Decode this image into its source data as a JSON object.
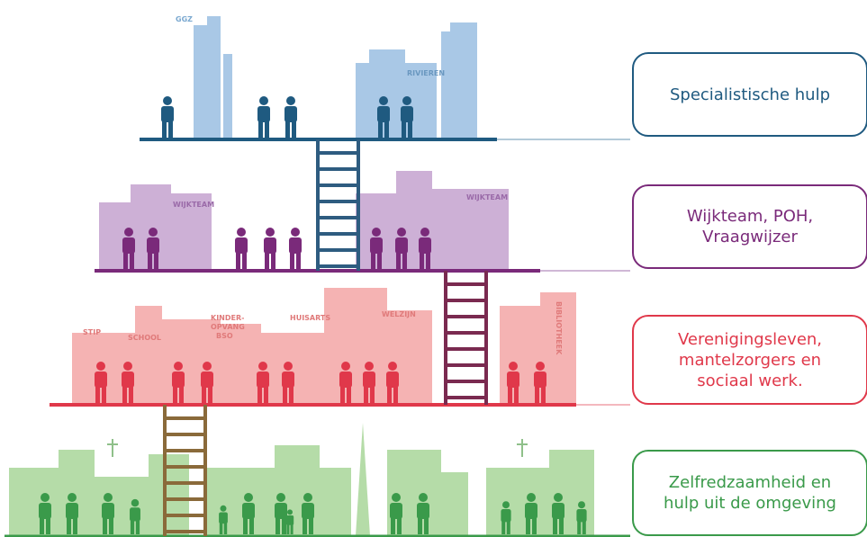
{
  "levels": [
    {
      "label_lines": [
        "Specialistische hulp"
      ],
      "color": "#1f5a80",
      "light": "#a9c8e6",
      "building_text": [
        "GGZ",
        "RIVIEREN"
      ]
    },
    {
      "label_lines": [
        "Wijkteam, POH,",
        "Vraagwijzer"
      ],
      "color": "#7a2a7a",
      "light": "#cdb0d6",
      "building_text": [
        "WIJKTEAM",
        "WIJKTEAM"
      ]
    },
    {
      "label_lines": [
        "Verenigingsleven,",
        "mantelzorgers en",
        "sociaal werk."
      ],
      "color": "#e0384a",
      "light": "#f5b3b3",
      "building_text": [
        "STIP",
        "SCHOOL",
        "KINDER-",
        "OPVANG",
        "BSO",
        "HUISARTS",
        "WELZIJN",
        "BIBLIOTHEEK"
      ]
    },
    {
      "label_lines": [
        "Zelfredzaamheid en",
        "hulp uit de omgeving"
      ],
      "color": "#3a9a4a",
      "light": "#b5dca8"
    }
  ]
}
